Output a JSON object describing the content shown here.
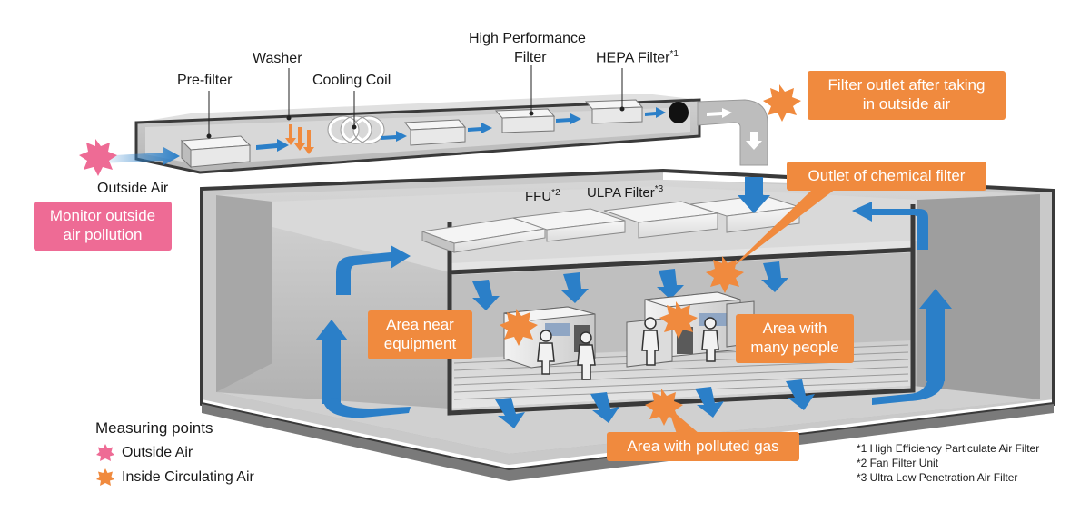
{
  "labels": {
    "pre_filter": "Pre-filter",
    "washer": "Washer",
    "cooling_coil": "Cooling Coil",
    "high_perf_line1": "High Performance",
    "high_perf_line2": "Filter",
    "hepa": "HEPA Filter",
    "hepa_sup": "*1",
    "outside_air": "Outside Air",
    "ffu": "FFU",
    "ffu_sup": "*2",
    "ulpa": "ULPA Filter",
    "ulpa_sup": "*3"
  },
  "callouts": {
    "monitor_outside_line1": "Monitor outside",
    "monitor_outside_line2": "air pollution",
    "filter_outlet_line1": "Filter outlet after taking",
    "filter_outlet_line2": "in outside air",
    "chemical_filter": "Outlet of chemical filter",
    "near_equipment_line1": "Area near",
    "near_equipment_line2": "equipment",
    "many_people_line1": "Area with",
    "many_people_line2": "many people",
    "polluted_gas": "Area with polluted gas"
  },
  "legend": {
    "title": "Measuring points",
    "outside": "Outside Air",
    "inside": "Inside Circulating Air"
  },
  "notes": [
    "*1 High Efficiency Particulate Air Filter",
    "*2 Fan Filter Unit",
    "*3 Ultra Low Penetration Air Filter"
  ],
  "colors": {
    "orange": "#f08a3e",
    "pink": "#ee6b95",
    "airflow_blue": "#2b7fc8",
    "wall_gray": "#b9b9b9",
    "dark_edge": "#3a3a3a"
  }
}
